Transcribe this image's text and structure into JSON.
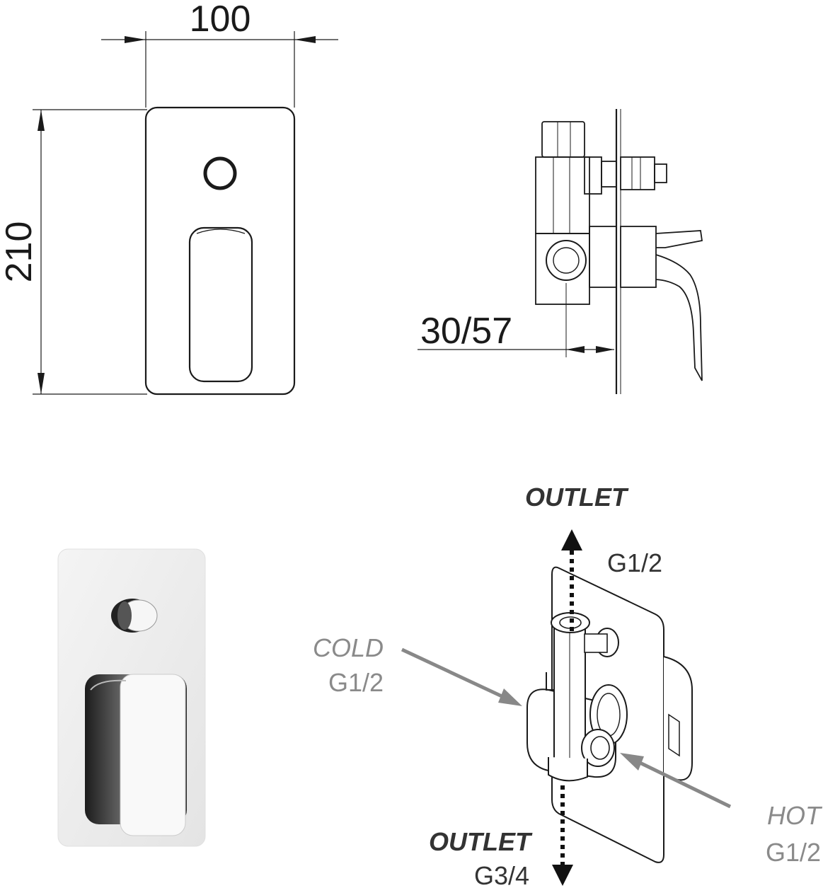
{
  "dimensions": {
    "width": "100",
    "height": "210",
    "depth": "30/57"
  },
  "labels": {
    "outlet_top": "OUTLET",
    "outlet_top_size": "G1/2",
    "cold": "COLD",
    "cold_size": "G1/2",
    "hot": "HOT",
    "hot_size": "G1/2",
    "outlet_bottom": "OUTLET",
    "outlet_bottom_size": "G3/4"
  },
  "colors": {
    "line": "#1a1a1a",
    "label_dark": "#333333",
    "label_grey": "#8a8a8a",
    "arrow_grey": "#888888"
  }
}
